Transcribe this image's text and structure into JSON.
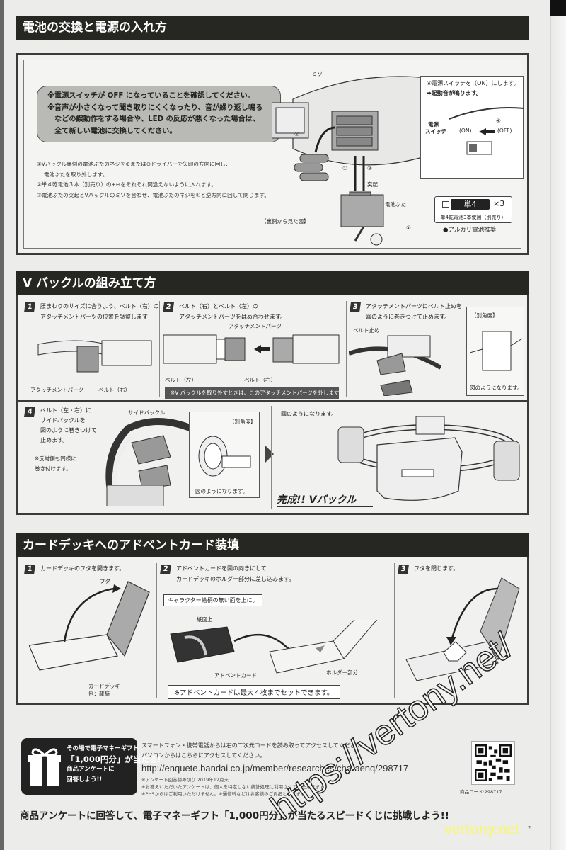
{
  "section1": {
    "title": "電池の交換と電源の入れ方",
    "warnings": [
      "※電源スイッチが OFF になっていることを確認してください。",
      "※音声が小さくなって聞き取りにくくなったり、音が繰り返し鳴る",
      "などの誤動作をする場合や、LED の反応が悪くなった場合は、",
      "全て新しい電池に交換してください。"
    ],
    "steps": [
      "①Vバックル裏側の電池ぶたのネジを⊕または⊖ドライバーで矢印の方向に回し、",
      "電池ぶたを取り外します。",
      "②単４乾電池３本（別売り）の⊕⊖をそれぞれ間違えないように入れます。",
      "③電池ぶたの突起とVバックルのミゾを合わせ、電池ぶたのネジを①と逆方向に回して閉じます。"
    ],
    "labels": {
      "groove": "ミゾ",
      "protrusion": "突起",
      "battery_cover": "電池ぶた",
      "back_view": "【裏側から見た図】",
      "circle1": "①",
      "circle2": "②",
      "circle3": "③",
      "circle4": "④"
    },
    "switch_callout": {
      "line1": "④電源スイッチを（ON）にします。",
      "line2": "➡起動音が鳴ります。",
      "switch_label_1": "電源",
      "switch_label_2": "スイッチ",
      "on": "(ON)",
      "off": "(OFF)"
    },
    "battery": {
      "type": "単4",
      "count": "×3",
      "note": "単4乾電池3本使用（別売り）",
      "recommend": "●アルカリ電池推奨"
    }
  },
  "section2": {
    "title": "V バックルの組み立て方",
    "step1": {
      "num": "1",
      "text1": "腰まわりのサイズに合うよう、ベルト（右）の",
      "text2": "アタッチメントパーツの位置を調整します",
      "label_part": "アタッチメントパーツ",
      "label_belt": "ベルト（右）"
    },
    "step2": {
      "num": "2",
      "text1": "ベルト（右）とベルト（左）の",
      "text2": "アタッチメントパーツをはめ合わせます。",
      "label_part": "アタッチメントパーツ",
      "label_left": "ベルト（左）",
      "label_right": "ベルト（右）",
      "note": "※V バックルを取り外すときは、このアタッチメントパーツを外します。"
    },
    "step3": {
      "num": "3",
      "text1": "アタッチメントパーツにベルト止めを",
      "text2": "図のように巻きつけて止めます。",
      "label_stop": "ベルト止め",
      "inset_title": "【別角度】",
      "inset_caption": "図のようになります。"
    },
    "step4": {
      "num": "4",
      "text1": "ベルト（左・右）に",
      "text2": "サイドバックルを",
      "text3": "図のように巻きつけて",
      "text4": "止めます。",
      "note1": "※反対側も同様に",
      "note2": "巻き付けます。",
      "label_side": "サイドバックル",
      "inset_title": "【別角度】",
      "inset_caption": "図のようになります。"
    },
    "result": {
      "caption": "図のようになります。",
      "complete": "完成!! Vバックル"
    }
  },
  "section3": {
    "title": "カードデッキへのアドベントカード装填",
    "step1": {
      "num": "1",
      "text": "カードデッキのフタを開きます。",
      "label_lid": "フタ",
      "label_deck1": "カードデッキ",
      "label_deck2": "例：龍騎"
    },
    "step2": {
      "num": "2",
      "text1": "アドベントカードを図の向きにして",
      "text2": "カードデッキのホルダー部分に差し込みます。",
      "callout": "キャラクター絵柄の無い面を上に。",
      "paper_up": "紙面上",
      "label_card": "アドベントカード",
      "label_holder": "ホルダー部分",
      "note": "※アドベントカードは最大４枚までセットできます。"
    },
    "step3": {
      "num": "3",
      "text": "フタを閉じます。"
    }
  },
  "survey": {
    "gift_line1": "その場で電子マネーギフト",
    "gift_line2": "「1,000円分」が当たる!",
    "gift_line3": "商品アンケートに",
    "gift_line4": "回答しよう!!",
    "line1": "スマートフォン・携帯電話からは右の二次元コードを読み取ってアクセスしてください。",
    "line2": "パソコンからはこちらにアクセスしてください。",
    "url": "http://enquete.bandai.co.jp/member/researches/charaenq/298717",
    "note1": "※アンケート回答締め切り 2019年12月末",
    "note2": "※お答えいただいたアンケートは、個人を特定しない統計処理に利用させていただきます。",
    "note3": "※PHSからはご利用いただけません。※通信料などはお客様のご負担となります。",
    "product_code": "商品コード:298717"
  },
  "footer": {
    "text": "商品アンケートに回答して、電子マネーギフト「1,000円分」が当たるスピードくじに挑戦しよう!!",
    "page_number": "2"
  },
  "watermarks": {
    "diagonal": "https://vertony.net/",
    "corner": "vertony.net"
  }
}
